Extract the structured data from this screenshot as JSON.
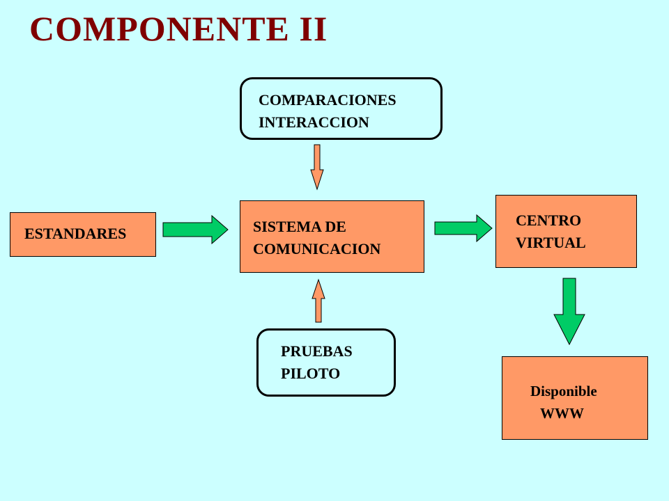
{
  "slide": {
    "title": "COMPONENTE II"
  },
  "boxes": {
    "comparaciones": {
      "line1": "COMPARACIONES",
      "line2": "INTERACCION"
    },
    "estandares": {
      "line1": "ESTANDARES"
    },
    "sistema": {
      "line1": "SISTEMA DE",
      "line2": "COMUNICACION"
    },
    "centro": {
      "line1": "CENTRO",
      "line2": "VIRTUAL"
    },
    "pruebas": {
      "line1": "PRUEBAS",
      "line2": "PILOTO"
    },
    "disponible": {
      "line1": "Disponible",
      "line2": "WWW"
    }
  },
  "colors": {
    "background": "#ccffff",
    "title": "#7f0000",
    "box_fill": "#ff9966",
    "green_arrow": "#00cc66",
    "orange_arrow": "#ff9966"
  }
}
